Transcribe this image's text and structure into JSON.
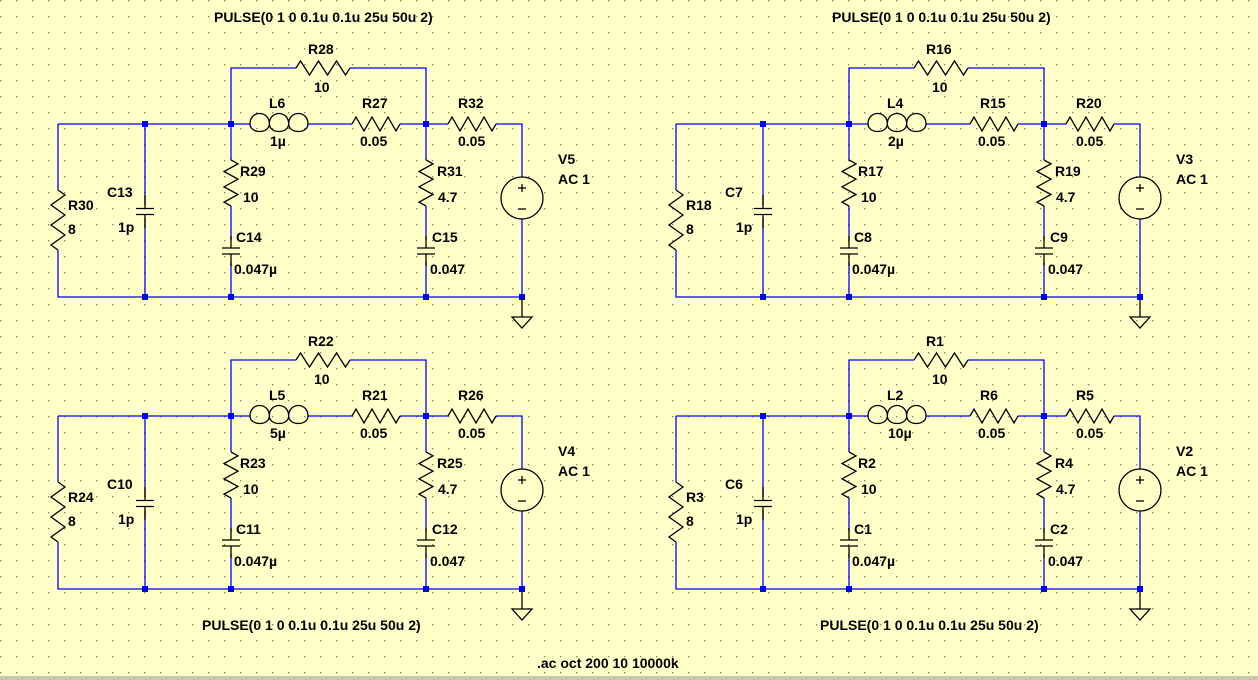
{
  "circuits": [
    {
      "id": "c5",
      "R_top": "R28",
      "R_top_val": "10",
      "L": "L6",
      "L_val": "1µ",
      "R_ser": "R27",
      "R_ser_val": "0.05",
      "R_out": "R32",
      "R_out_val": "0.05",
      "R_sh1": "R29",
      "R_sh1_val": "10",
      "C_sh1": "C14",
      "C_sh1_val": "0.047µ",
      "R_sh2": "R31",
      "R_sh2_val": "4.7",
      "C_sh2": "C15",
      "C_sh2_val": "0.047",
      "R_load": "R30",
      "R_load_val": "8",
      "C_in": "C13",
      "C_in_val": "1p",
      "V": "V5",
      "V_val": "AC 1",
      "pulse": "PULSE(0 1 0 0.1u 0.1u 25u 50u 2)"
    },
    {
      "id": "c3",
      "R_top": "R16",
      "R_top_val": "10",
      "L": "L4",
      "L_val": "2µ",
      "R_ser": "R15",
      "R_ser_val": "0.05",
      "R_out": "R20",
      "R_out_val": "0.05",
      "R_sh1": "R17",
      "R_sh1_val": "10",
      "C_sh1": "C8",
      "C_sh1_val": "0.047µ",
      "R_sh2": "R19",
      "R_sh2_val": "4.7",
      "C_sh2": "C9",
      "C_sh2_val": "0.047",
      "R_load": "R18",
      "R_load_val": "8",
      "C_in": "C7",
      "C_in_val": "1p",
      "V": "V3",
      "V_val": "AC 1",
      "pulse": "PULSE(0 1 0 0.1u 0.1u 25u 50u 2)"
    },
    {
      "id": "c4",
      "R_top": "R22",
      "R_top_val": "10",
      "L": "L5",
      "L_val": "5µ",
      "R_ser": "R21",
      "R_ser_val": "0.05",
      "R_out": "R26",
      "R_out_val": "0.05",
      "R_sh1": "R23",
      "R_sh1_val": "10",
      "C_sh1": "C11",
      "C_sh1_val": "0.047µ",
      "R_sh2": "R25",
      "R_sh2_val": "4.7",
      "C_sh2": "C12",
      "C_sh2_val": "0.047",
      "R_load": "R24",
      "R_load_val": "8",
      "C_in": "C10",
      "C_in_val": "1p",
      "V": "V4",
      "V_val": "AC 1",
      "pulse": "PULSE(0 1 0 0.1u 0.1u 25u 50u 2)"
    },
    {
      "id": "c2",
      "R_top": "R1",
      "R_top_val": "10",
      "L": "L2",
      "L_val": "10µ",
      "R_ser": "R6",
      "R_ser_val": "0.05",
      "R_out": "R5",
      "R_out_val": "0.05",
      "R_sh1": "R2",
      "R_sh1_val": "10",
      "C_sh1": "C1",
      "C_sh1_val": "0.047µ",
      "R_sh2": "R4",
      "R_sh2_val": "4.7",
      "C_sh2": "C2",
      "C_sh2_val": "0.047",
      "R_load": "R3",
      "R_load_val": "8",
      "C_in": "C6",
      "C_in_val": "1p",
      "V": "V2",
      "V_val": "AC 1",
      "pulse": "PULSE(0 1 0 0.1u 0.1u 25u 50u 2)"
    }
  ],
  "directive": ".ac oct 200 10 10000k"
}
